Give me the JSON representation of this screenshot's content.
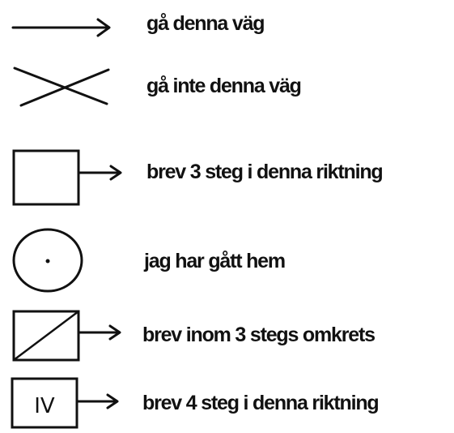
{
  "legend": {
    "items": [
      {
        "symbol": "arrow-icon",
        "label": "gå denna väg"
      },
      {
        "symbol": "cross-icon",
        "label": "gå inte denna väg"
      },
      {
        "symbol": "square-arrow-icon",
        "label": "brev 3 steg i denna riktning"
      },
      {
        "symbol": "circle-dot-icon",
        "label": "jag har gått hem"
      },
      {
        "symbol": "diagonal-square-arrow-icon",
        "label": "brev inom 3 stegs omkrets"
      },
      {
        "symbol": "roman-square-arrow-icon",
        "label": "brev 4 steg i denna riktning",
        "symbol_text": "IV"
      }
    ]
  },
  "colors": {
    "ink": "#111111",
    "paper": "#ffffff"
  }
}
